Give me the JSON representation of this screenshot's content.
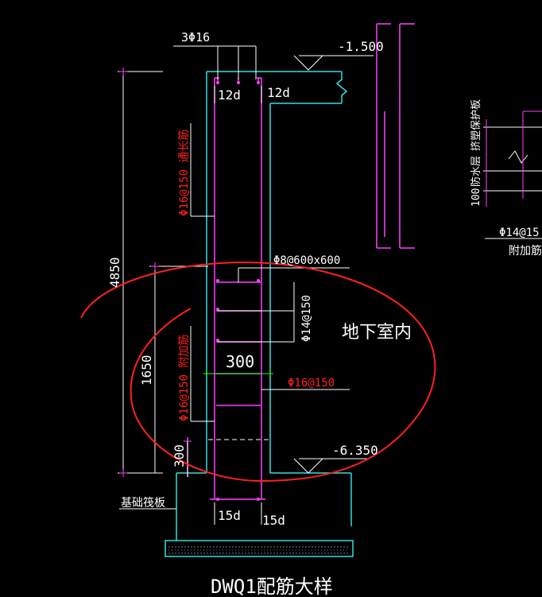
{
  "drawing": {
    "title": "DWQ1配筋大样",
    "top_bars": "3Φ16",
    "top_elevation": "-1.500",
    "bottom_elevation": "-6.350",
    "lap_left_top": "12d",
    "lap_right_top": "12d",
    "lap_left_bottom": "15d",
    "lap_right_bottom": "15d",
    "outer_vertical": "Φ16@150 通长筋",
    "outer_additional": "Φ16@150 附加筋",
    "tie_bars": "Φ8@600x600",
    "horizontal_bars": "Φ14@150",
    "inner_vertical": "Φ16@150",
    "indoor_label": "地下室内",
    "wall_thickness": "300",
    "height_total": "4850",
    "height_additional": "1650",
    "footing_height": "300",
    "raft_label": "基础筏板",
    "side_waterproof_label": "防水层",
    "side_protect_label": "挤塑保护板",
    "side_dim": "100",
    "side_bar": "Φ14@15",
    "side_bar_label": "附加筋"
  },
  "colors": {
    "background": "#000000",
    "wall": "#30e0e0",
    "rebar": "#ff40ff",
    "dimension": "#ffffff",
    "annotation_red": "#ff2020",
    "highlight_green": "#20ff20",
    "leader": "#ffffff",
    "hatch": "#a0a0a0",
    "slab": "#30e0e0"
  }
}
